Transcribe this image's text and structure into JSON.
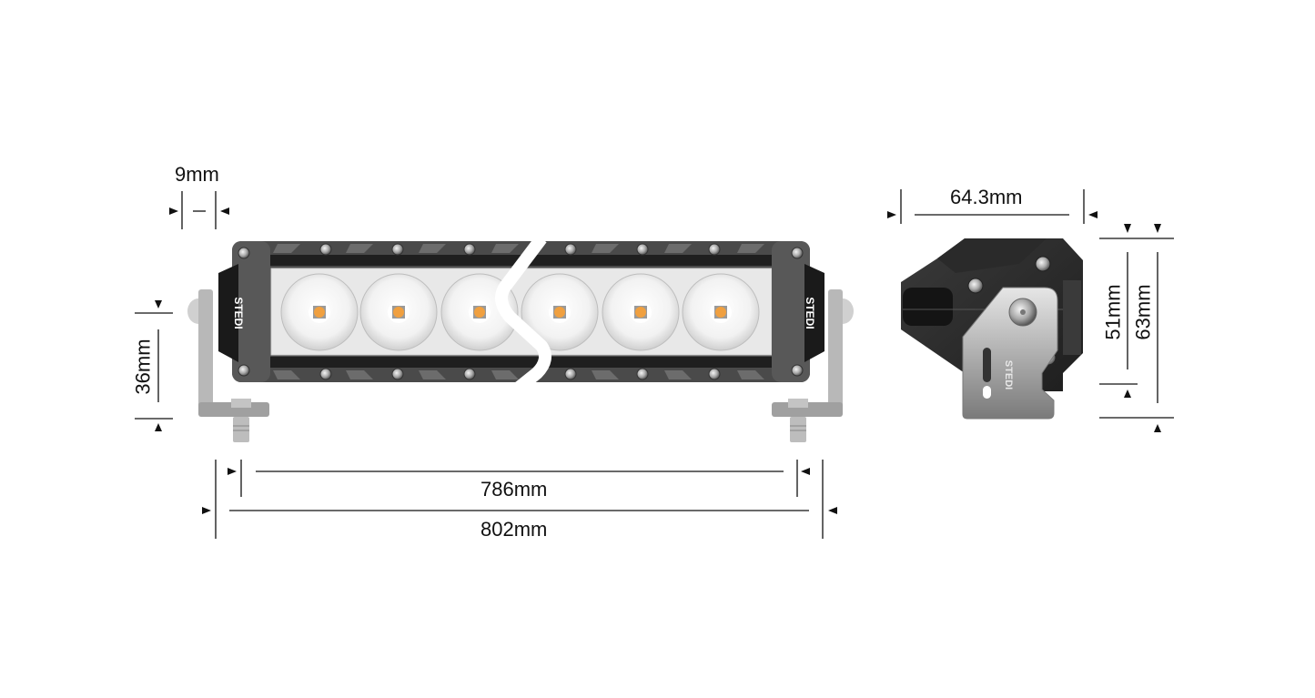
{
  "diagram": {
    "type": "product-dimension-drawing",
    "product": {
      "brand_mark": "STEDI",
      "led_count_visible": 6,
      "views": [
        "front",
        "side"
      ]
    },
    "dimensions": {
      "mount_offset": "9mm",
      "bar_height": "36mm",
      "inner_length": "786mm",
      "overall_length": "802mm",
      "side_depth": "64.3mm",
      "side_body_height": "51mm",
      "side_overall_height": "63mm"
    },
    "colors": {
      "housing_dark": "#2b2b2b",
      "housing_mid": "#5a5a5a",
      "lens_face": "#ececec",
      "led_amber": "#f0a040",
      "bracket": "#a9a9a9",
      "dimension_line": "#111111",
      "background": "#ffffff"
    }
  }
}
